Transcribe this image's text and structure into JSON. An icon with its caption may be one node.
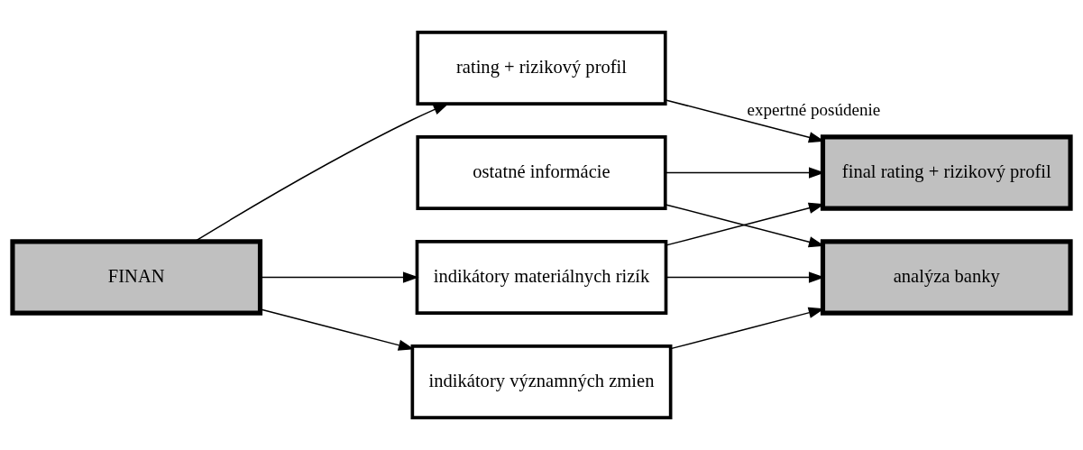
{
  "diagram": {
    "nodes": [
      {
        "text": [
          "FINAN"
        ]
      },
      {
        "text": [
          "rating + rizikový profil"
        ]
      },
      {
        "text": [
          "indikátory významných zmien"
        ]
      },
      {
        "text": [
          "indikátory materiálnych rizík"
        ]
      },
      {
        "text": [
          "ostatné informácie"
        ]
      },
      {
        "text": [
          "final rating + rizikový profil"
        ]
      },
      {
        "text": [
          "analýza banky"
        ]
      }
    ],
    "edges": [
      {
        "from": 0,
        "to": 1,
        "arrow": "to"
      },
      {
        "from": 0,
        "to": 2,
        "arrow": "to"
      },
      {
        "from": 0,
        "to": 3,
        "arrow": "to"
      },
      {
        "from": 1,
        "to": 5,
        "arrow": "to",
        "label": "expertné posúdenie"
      },
      {
        "from": 2,
        "to": 6,
        "arrow": "to"
      },
      {
        "from": 3,
        "to": 5,
        "arrow": "to"
      },
      {
        "from": 3,
        "to": 6,
        "arrow": "to"
      },
      {
        "from": 4,
        "to": 5,
        "arrow": "to"
      },
      {
        "from": 4,
        "to": 6,
        "arrow": "to"
      }
    ]
  }
}
